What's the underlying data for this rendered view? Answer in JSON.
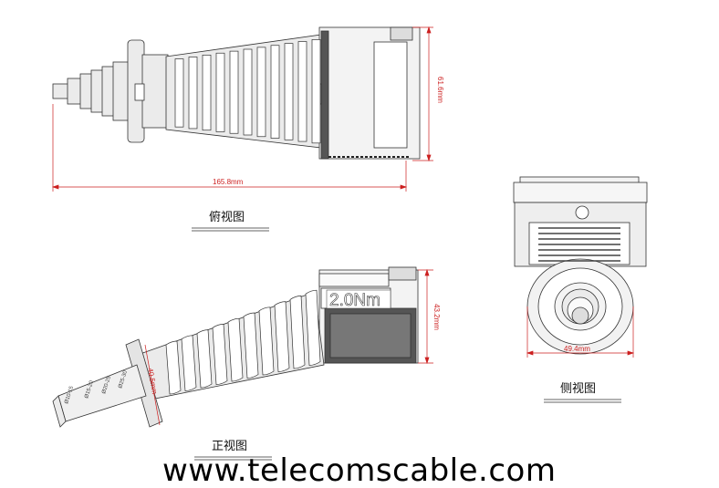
{
  "views": {
    "top": {
      "caption": "俯视图",
      "length_label": "165.8mm",
      "height_label": "61.6mm"
    },
    "side": {
      "caption": "侧视图",
      "width_label": "49.4mm"
    },
    "front": {
      "caption": "正视图",
      "height_label": "43.2mm",
      "torque_label": "2.0Nm",
      "offset_label": "40.5mm",
      "cable_ranges": [
        "Ø25-30",
        "Ø20-25",
        "Ø15-20",
        "Ø10-15"
      ]
    }
  },
  "website": "www.telecomscable.com",
  "colors": {
    "line": "#333333",
    "dimension": "#cc1f1f",
    "body_fill": "#ebebeb",
    "dark_fill": "#555555"
  }
}
